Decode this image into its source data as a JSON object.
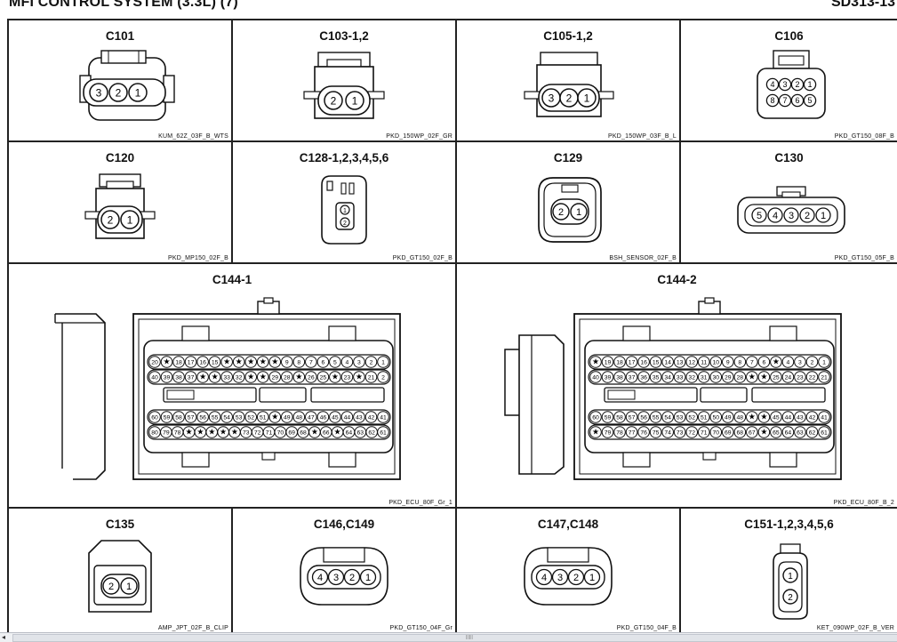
{
  "header": {
    "title": "MFI CONTROL SYSTEM (3.3L) (7)",
    "code": "SD313-13"
  },
  "connectors": [
    {
      "id": "C101",
      "part": "KUM_62Z_03F_B_WTS",
      "pins": [
        "3",
        "2",
        "1"
      ]
    },
    {
      "id": "C103-1,2",
      "part": "PKD_150WP_02F_GR",
      "pins": [
        "2",
        "1"
      ]
    },
    {
      "id": "C105-1,2",
      "part": "PKD_150WP_03F_B_L",
      "pins": [
        "3",
        "2",
        "1"
      ]
    },
    {
      "id": "C106",
      "part": "PKD_GT150_08F_B",
      "pins_top": [
        "4",
        "3",
        "2",
        "1"
      ],
      "pins_bottom": [
        "8",
        "7",
        "6",
        "5"
      ]
    },
    {
      "id": "C120",
      "part": "PKD_MP150_02F_B",
      "pins": [
        "2",
        "1"
      ]
    },
    {
      "id": "C128-1,2,3,4,5,6",
      "part": "PKD_GT150_02F_B",
      "pins": [
        "1",
        "2"
      ]
    },
    {
      "id": "C129",
      "part": "BSH_SENSOR_02F_B",
      "pins": [
        "2",
        "1"
      ]
    },
    {
      "id": "C130",
      "part": "PKD_GT150_05F_B",
      "pins": [
        "5",
        "4",
        "3",
        "2",
        "1"
      ]
    },
    {
      "id": "C144-1",
      "part": "PKD_ECU_80F_Gr_1",
      "rows": [
        [
          "20",
          "★",
          "18",
          "17",
          "16",
          "15",
          "★",
          "★",
          "★",
          "★",
          "★",
          "9",
          "8",
          "7",
          "6",
          "5",
          "4",
          "3",
          "2",
          "1"
        ],
        [
          "40",
          "39",
          "38",
          "37",
          "★",
          "★",
          "33",
          "32",
          "★",
          "★",
          "29",
          "28",
          "★",
          "26",
          "25",
          "★",
          "23",
          "★",
          "21",
          "2"
        ],
        [
          "60",
          "59",
          "58",
          "57",
          "56",
          "55",
          "54",
          "53",
          "52",
          "51",
          "★",
          "49",
          "48",
          "47",
          "46",
          "45",
          "44",
          "43",
          "42",
          "41"
        ],
        [
          "80",
          "79",
          "78",
          "★",
          "★",
          "★",
          "★",
          "★",
          "73",
          "72",
          "71",
          "70",
          "69",
          "68",
          "★",
          "66",
          "★",
          "64",
          "63",
          "62",
          "61"
        ]
      ]
    },
    {
      "id": "C144-2",
      "part": "PKD_ECU_80F_B_2",
      "rows": [
        [
          "★",
          "19",
          "18",
          "17",
          "16",
          "15",
          "14",
          "13",
          "12",
          "11",
          "10",
          "9",
          "8",
          "7",
          "6",
          "★",
          "4",
          "3",
          "2",
          "1"
        ],
        [
          "40",
          "39",
          "38",
          "37",
          "36",
          "35",
          "34",
          "33",
          "32",
          "31",
          "30",
          "29",
          "28",
          "★",
          "★",
          "25",
          "24",
          "23",
          "22",
          "21"
        ],
        [
          "60",
          "59",
          "58",
          "57",
          "56",
          "55",
          "54",
          "53",
          "52",
          "51",
          "50",
          "49",
          "48",
          "★",
          "★",
          "45",
          "44",
          "43",
          "42",
          "41"
        ],
        [
          "★",
          "79",
          "78",
          "77",
          "76",
          "75",
          "74",
          "73",
          "72",
          "71",
          "70",
          "69",
          "68",
          "67",
          "★",
          "65",
          "64",
          "63",
          "62",
          "61"
        ]
      ]
    },
    {
      "id": "C135",
      "part": "AMP_JPT_02F_B_CLIP",
      "pins": [
        "2",
        "1"
      ]
    },
    {
      "id": "C146,C149",
      "part": "PKD_GT150_04F_Gr",
      "pins": [
        "4",
        "3",
        "2",
        "1"
      ]
    },
    {
      "id": "C147,C148",
      "part": "PKD_GT150_04F_B",
      "pins": [
        "4",
        "3",
        "2",
        "1"
      ]
    },
    {
      "id": "C151-1,2,3,4,5,6",
      "part": "KET_090WP_02F_B_VER",
      "pins": [
        "1",
        "2"
      ]
    }
  ]
}
